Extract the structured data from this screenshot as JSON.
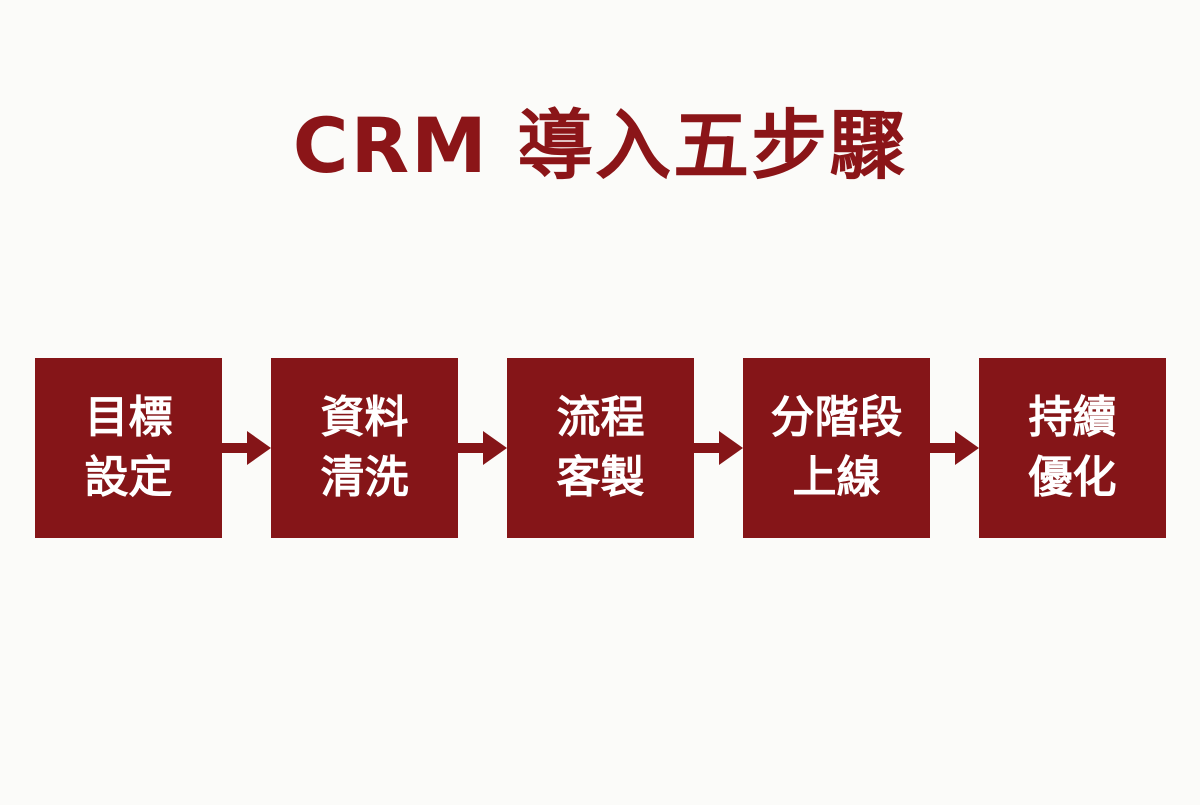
{
  "title": "CRM 導入五步驟",
  "colors": {
    "accent": "#8b1518",
    "box_fill": "#851518",
    "box_text": "#ffffff",
    "background": "#fbfbf9"
  },
  "steps": [
    {
      "line1": "目標",
      "line2": "設定"
    },
    {
      "line1": "資料",
      "line2": "清洗"
    },
    {
      "line1": "流程",
      "line2": "客製"
    },
    {
      "line1": "分階段",
      "line2": "上線"
    },
    {
      "line1": "持續",
      "line2": "優化"
    }
  ],
  "connector_icon": "right-arrow-icon"
}
